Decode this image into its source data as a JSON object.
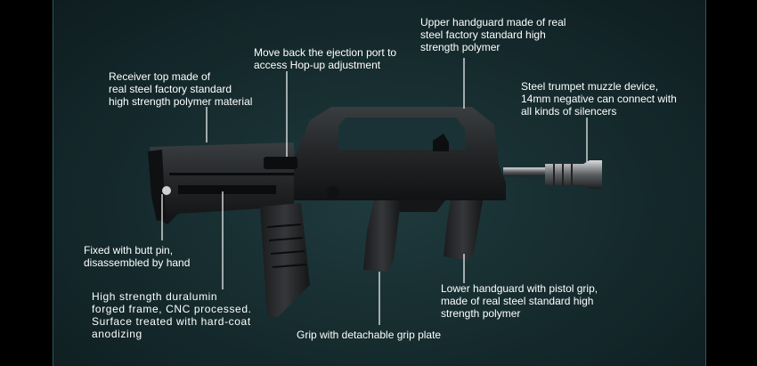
{
  "annotations": {
    "upper_handguard": "Upper handguard made of real\nsteel factory standard high\nstrength polymer",
    "ejection_port": "Move back the ejection port to\naccess Hop-up adjustment",
    "receiver_top": "Receiver top made of\nreal steel factory standard\nhigh strength polymer material",
    "muzzle_device": "Steel trumpet muzzle device,\n14mm negative can connect with\nall kinds of silencers",
    "butt_pin": "Fixed with butt pin,\ndisassembled by hand",
    "frame": "High strength duralumin\nforged frame, CNC processed.\nSurface treated with hard-coat\nanodizing",
    "grip_plate": "Grip with detachable grip plate",
    "lower_handguard": "Lower handguard with pistol grip,\nmade of real steel standard high\nstrength polymer"
  },
  "colors": {
    "background": "#152a2d",
    "text": "#ffffff",
    "leader_line": "#ffffff",
    "outer": "#000000"
  }
}
